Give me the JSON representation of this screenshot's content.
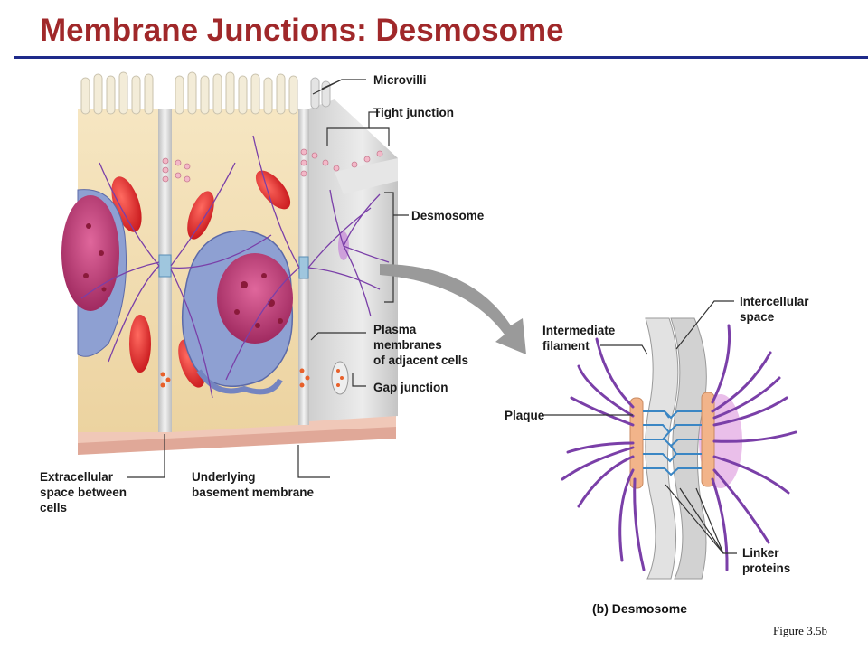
{
  "title": "Membrane Junctions: Desmosome",
  "labels": {
    "microvilli": "Microvilli",
    "tight_junction": "Tight junction",
    "desmosome": "Desmosome",
    "plasma_membranes": "Plasma\nmembranes\nof adjacent cells",
    "gap_junction": "Gap junction",
    "extracellular_space": "Extracellular\nspace between\ncells",
    "basement_membrane": "Underlying\nbasement membrane",
    "intercellular_space": "Intercellular\nspace",
    "intermediate_filament": "Intermediate\nfilament",
    "plaque": "Plaque",
    "linker_proteins": "Linker\nproteins"
  },
  "caption": "(b) Desmosome",
  "figure_ref": "Figure 3.5b",
  "colors": {
    "title": "#a0282a",
    "rule": "#1e2a8a",
    "cytoplasm": "#f1dcb0",
    "membrane": "#d9d9d9",
    "filament": "#7a3fa8",
    "plaque": "#f2b48a",
    "linker": "#3a86c4",
    "mitochondria": "#e8383a",
    "nucleus": "#c8407a",
    "er": "#8a9acb",
    "basement": "#e8b8a8",
    "arrow": "#9a9a9a"
  }
}
